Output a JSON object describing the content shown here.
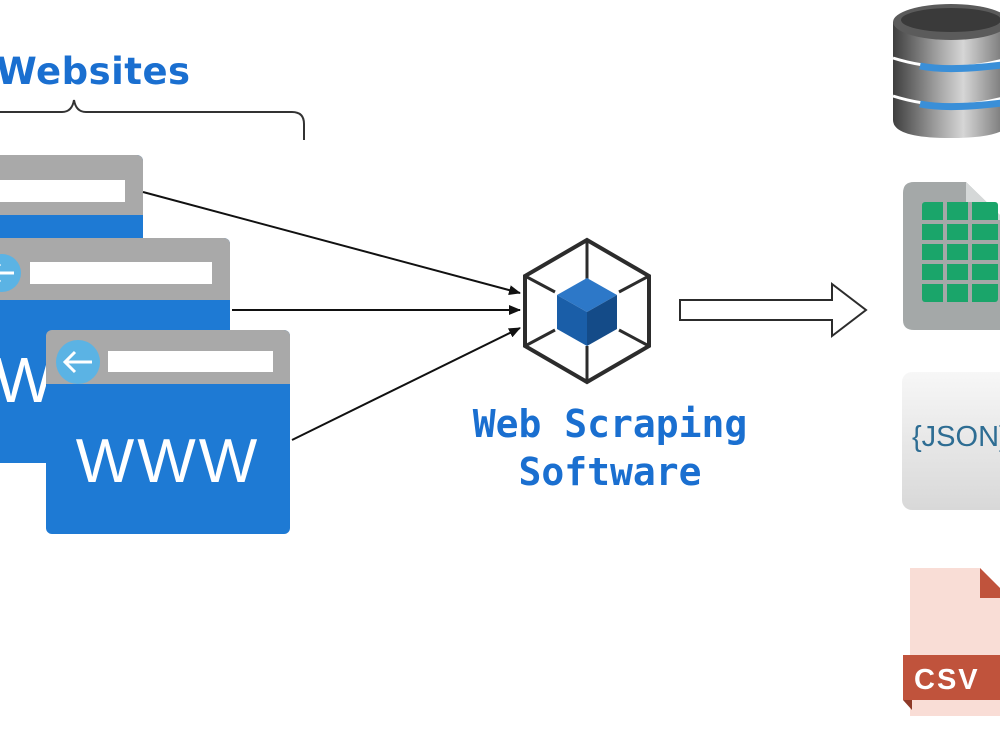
{
  "diagram": {
    "websites_label": "Websites",
    "software_label_line1": "Web Scraping",
    "software_label_line2": "Software",
    "website_window_text": "WWW",
    "json_label": "{JSON}",
    "csv_label": "CSV"
  },
  "colors": {
    "accent": "#1a6fd0",
    "window_blue": "#1e7ad4",
    "window_gray": "#a9a9a9",
    "sheet_green": "#1aa56a",
    "csv_red": "#c0533c",
    "cube_blue": "#1a5ea8"
  },
  "icons": [
    "database-icon",
    "spreadsheet-icon",
    "json-file-icon",
    "csv-file-icon",
    "webpack-cube-icon",
    "back-arrow-icon"
  ]
}
